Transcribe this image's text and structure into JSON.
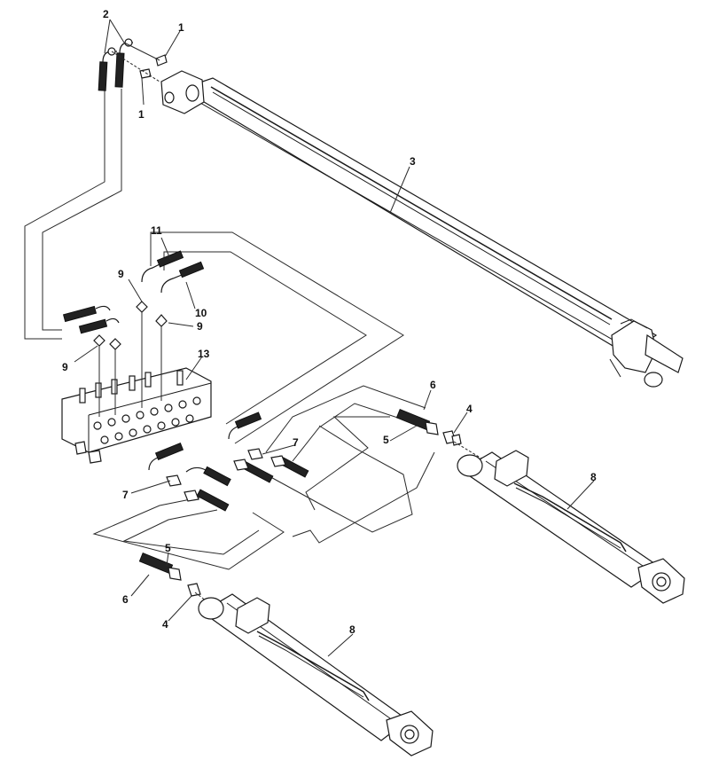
{
  "callouts": {
    "c1a": "1",
    "c1b": "1",
    "c2": "2",
    "c3": "3",
    "c4a": "4",
    "c4b": "4",
    "c5a": "5",
    "c5b": "5",
    "c6a": "6",
    "c6b": "6",
    "c7a": "7",
    "c7b": "7",
    "c8a": "8",
    "c8b": "8",
    "c9a": "9",
    "c9b": "9",
    "c9c": "9",
    "c10": "10",
    "c11": "11",
    "c13": "13"
  }
}
